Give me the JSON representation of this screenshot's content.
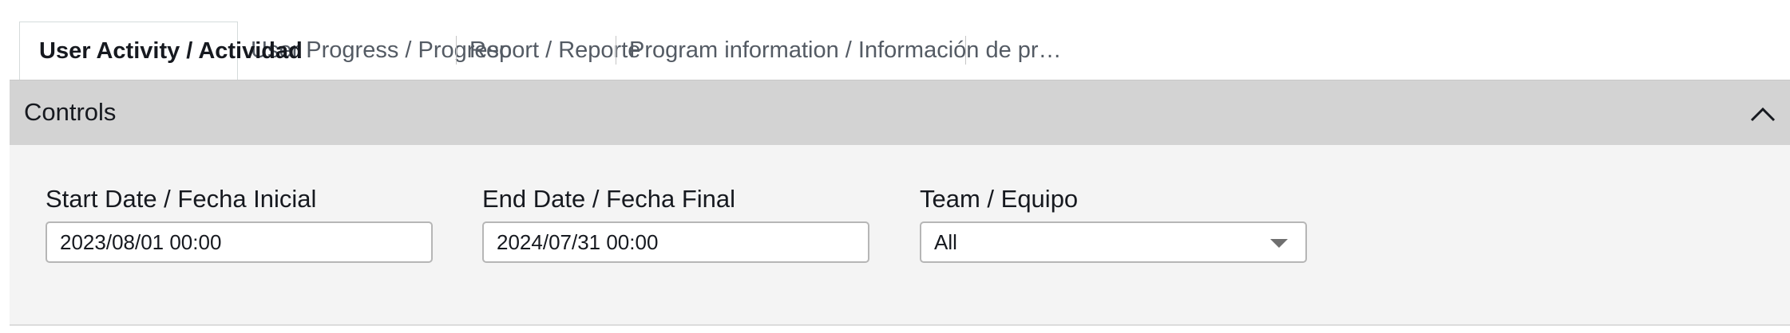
{
  "tabs": [
    {
      "label": "User Activity / Actividad",
      "active": true
    },
    {
      "label": "User Progress / Progreso",
      "active": false
    },
    {
      "label": "Report / Reporte",
      "active": false
    },
    {
      "label": "Program information / Información de pr…",
      "active": false
    }
  ],
  "controls": {
    "title": "Controls",
    "collapse_icon": "chevron-up-icon",
    "fields": {
      "start_date": {
        "label": "Start Date / Fecha Inicial",
        "value": "2023/08/01 00:00"
      },
      "end_date": {
        "label": "End Date / Fecha Final",
        "value": "2024/07/31 00:00"
      },
      "team": {
        "label": "Team / Equipo",
        "value": "All",
        "icon": "caret-down-icon"
      }
    }
  },
  "colors": {
    "header_bg": "#d3d3d3",
    "body_bg": "#f4f4f4",
    "text": "#16191f",
    "inactive_tab_text": "#545b64"
  }
}
